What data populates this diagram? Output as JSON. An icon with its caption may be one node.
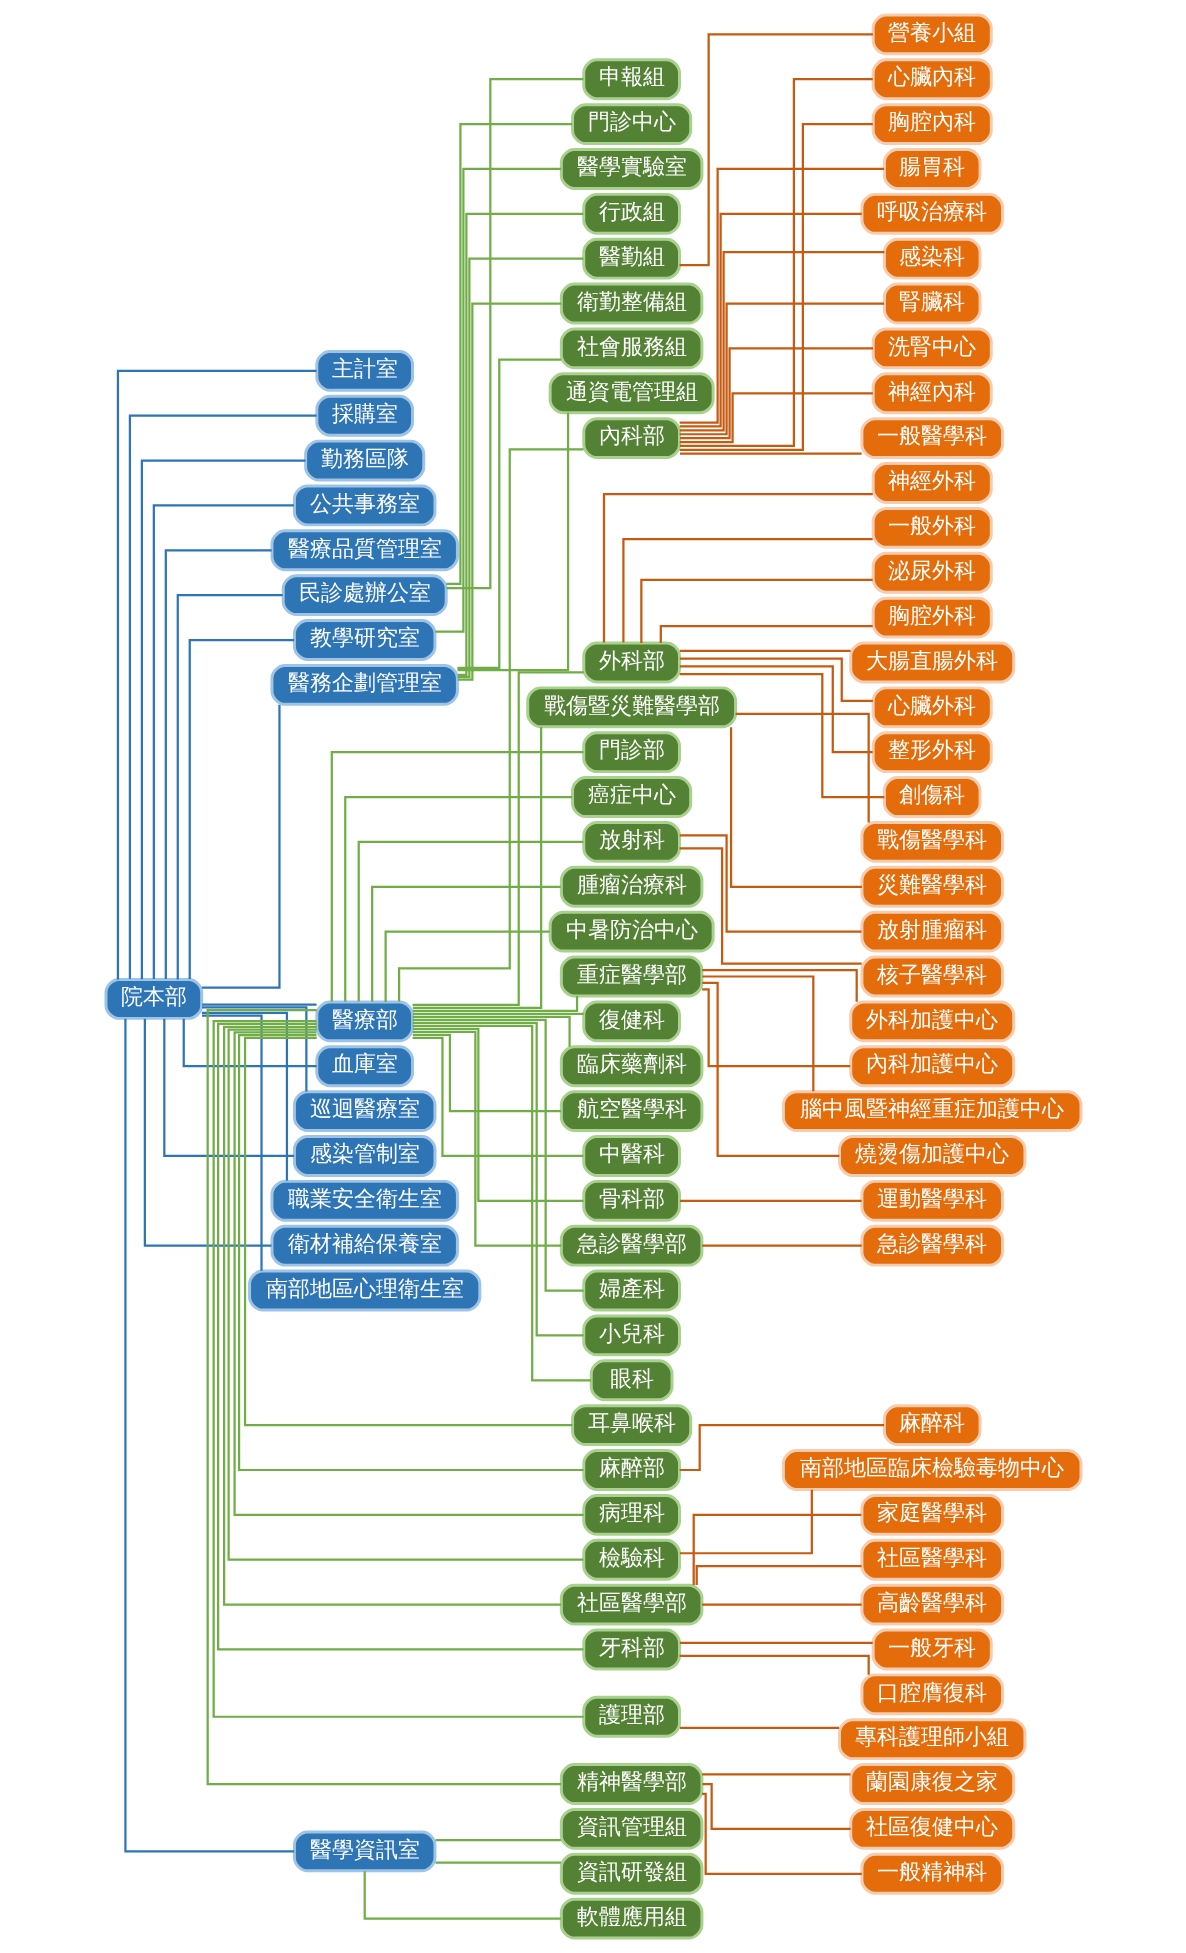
{
  "diagram": {
    "nodes": [
      {
        "text": [
          "院本部"
        ]
      },
      {
        "text": [
          "主計室"
        ]
      },
      {
        "text": [
          "採購室"
        ]
      },
      {
        "text": [
          "勤務區隊"
        ]
      },
      {
        "text": [
          "公共事務室"
        ]
      },
      {
        "text": [
          "醫療品質管理室"
        ]
      },
      {
        "text": [
          "民診處辦公室"
        ]
      },
      {
        "text": [
          "申報組"
        ]
      },
      {
        "text": [
          "門診中心"
        ]
      },
      {
        "text": [
          "教學研究室"
        ]
      },
      {
        "text": [
          "醫學實驗室"
        ]
      },
      {
        "text": [
          "醫務企劃管理室"
        ]
      },
      {
        "text": [
          "行政組"
        ]
      },
      {
        "text": [
          "醫勤組"
        ]
      },
      {
        "text": [
          "營養小組"
        ]
      },
      {
        "text": [
          "衛勤整備組"
        ]
      },
      {
        "text": [
          "社會服務組"
        ]
      },
      {
        "text": [
          "通資電管理組"
        ]
      },
      {
        "text": [
          "醫療部"
        ]
      },
      {
        "text": [
          "內科部"
        ]
      },
      {
        "text": [
          "心臟內科"
        ]
      },
      {
        "text": [
          "胸腔內科"
        ]
      },
      {
        "text": [
          "腸胃科"
        ]
      },
      {
        "text": [
          "呼吸治療科"
        ]
      },
      {
        "text": [
          "感染科"
        ]
      },
      {
        "text": [
          "腎臟科"
        ]
      },
      {
        "text": [
          "洗腎中心"
        ]
      },
      {
        "text": [
          "神經內科"
        ]
      },
      {
        "text": [
          "一般醫學科"
        ]
      },
      {
        "text": [
          "外科部"
        ]
      },
      {
        "text": [
          "神經外科"
        ]
      },
      {
        "text": [
          "一般外科"
        ]
      },
      {
        "text": [
          "泌尿外科"
        ]
      },
      {
        "text": [
          "胸腔外科"
        ]
      },
      {
        "text": [
          "大腸直腸外科"
        ]
      },
      {
        "text": [
          "心臟外科"
        ]
      },
      {
        "text": [
          "整形外科"
        ]
      },
      {
        "text": [
          "創傷科"
        ]
      },
      {
        "text": [
          "血庫室"
        ]
      },
      {
        "text": [
          "巡迴醫療室"
        ]
      },
      {
        "text": [
          "感染管制室"
        ]
      },
      {
        "text": [
          "職業安全衛生室"
        ]
      },
      {
        "text": [
          "衛材補給保養室"
        ]
      },
      {
        "text": [
          "南部地區心理衛生室"
        ]
      },
      {
        "text": [
          "醫學資訊室"
        ]
      },
      {
        "text": [
          "資訊管理組"
        ]
      },
      {
        "text": [
          "資訊研發組"
        ]
      },
      {
        "text": [
          "軟體應用組"
        ]
      },
      {
        "text": [
          "戰傷暨災難醫學部"
        ]
      },
      {
        "text": [
          "戰傷醫學科"
        ]
      },
      {
        "text": [
          "災難醫學科"
        ]
      },
      {
        "text": [
          "門診部"
        ]
      },
      {
        "text": [
          "癌症中心"
        ]
      },
      {
        "text": [
          "放射科"
        ]
      },
      {
        "text": [
          "放射腫瘤科"
        ]
      },
      {
        "text": [
          "核子醫學科"
        ]
      },
      {
        "text": [
          "腫瘤治療科"
        ]
      },
      {
        "text": [
          "中暑防治中心"
        ]
      },
      {
        "text": [
          "重症醫學部"
        ]
      },
      {
        "text": [
          "外科加護中心"
        ]
      },
      {
        "text": [
          "內科加護中心"
        ]
      },
      {
        "text": [
          "腦中風暨神經重症加護中心"
        ]
      },
      {
        "text": [
          "燒燙傷加護中心"
        ]
      },
      {
        "text": [
          "復健科"
        ]
      },
      {
        "text": [
          "臨床藥劑科"
        ]
      },
      {
        "text": [
          "航空醫學科"
        ]
      },
      {
        "text": [
          "中醫科"
        ]
      },
      {
        "text": [
          "骨科部"
        ]
      },
      {
        "text": [
          "運動醫學科"
        ]
      },
      {
        "text": [
          "急診醫學部"
        ]
      },
      {
        "text": [
          "急診醫學科"
        ]
      },
      {
        "text": [
          "婦產科"
        ]
      },
      {
        "text": [
          "小兒科"
        ]
      },
      {
        "text": [
          "眼科"
        ]
      },
      {
        "text": [
          "耳鼻喉科"
        ]
      },
      {
        "text": [
          "麻醉部"
        ]
      },
      {
        "text": [
          "麻醉科"
        ]
      },
      {
        "text": [
          "病理科"
        ]
      },
      {
        "text": [
          "檢驗科"
        ]
      },
      {
        "text": [
          "南部地區臨床檢驗毒物中心"
        ]
      },
      {
        "text": [
          "社區醫學部"
        ]
      },
      {
        "text": [
          "家庭醫學科"
        ]
      },
      {
        "text": [
          "社區醫學科"
        ]
      },
      {
        "text": [
          "高齡醫學科"
        ]
      },
      {
        "text": [
          "牙科部"
        ]
      },
      {
        "text": [
          "一般牙科"
        ]
      },
      {
        "text": [
          "口腔膺復科"
        ]
      },
      {
        "text": [
          "護理部"
        ]
      },
      {
        "text": [
          "專科護理師小組"
        ]
      },
      {
        "text": [
          "精神醫學部"
        ]
      },
      {
        "text": [
          "蘭園康復之家"
        ]
      },
      {
        "text": [
          "社區復健中心"
        ]
      },
      {
        "text": [
          "一般精神科"
        ]
      }
    ],
    "edges": [
      {
        "from": 0,
        "to": 1,
        "arrow": "none",
        "color": "#2e75b6"
      },
      {
        "from": 0,
        "to": 2,
        "arrow": "none",
        "color": "#2e75b6"
      },
      {
        "from": 0,
        "to": 3,
        "arrow": "none",
        "color": "#2e75b6"
      },
      {
        "from": 0,
        "to": 4,
        "arrow": "none",
        "color": "#2e75b6"
      },
      {
        "from": 0,
        "to": 5,
        "arrow": "none",
        "color": "#2e75b6"
      },
      {
        "from": 0,
        "to": 6,
        "arrow": "none",
        "color": "#2e75b6"
      },
      {
        "from": 6,
        "to": 7,
        "arrow": "none",
        "color": "#70ad47"
      },
      {
        "from": 6,
        "to": 8,
        "arrow": "none",
        "color": "#70ad47"
      },
      {
        "from": 0,
        "to": 9,
        "arrow": "none",
        "color": "#2e75b6"
      },
      {
        "from": 9,
        "to": 10,
        "arrow": "none",
        "color": "#70ad47"
      },
      {
        "from": 0,
        "to": 11,
        "arrow": "none",
        "color": "#2e75b6"
      },
      {
        "from": 11,
        "to": 12,
        "arrow": "none",
        "color": "#70ad47"
      },
      {
        "from": 11,
        "to": 13,
        "arrow": "none",
        "color": "#70ad47"
      },
      {
        "from": 13,
        "to": 14,
        "arrow": "none"
      },
      {
        "from": 11,
        "to": 15,
        "arrow": "none",
        "color": "#70ad47"
      },
      {
        "from": 11,
        "to": 16,
        "arrow": "none",
        "color": "#70ad47"
      },
      {
        "from": 11,
        "to": 17,
        "arrow": "none",
        "color": "#70ad47"
      },
      {
        "from": 0,
        "to": 18,
        "arrow": "none",
        "color": "#2e75b6"
      },
      {
        "from": 18,
        "to": 19,
        "arrow": "none",
        "color": "#70ad47"
      },
      {
        "from": 19,
        "to": 20,
        "arrow": "none"
      },
      {
        "from": 19,
        "to": 21,
        "arrow": "none"
      },
      {
        "from": 19,
        "to": 22,
        "arrow": "none"
      },
      {
        "from": 19,
        "to": 23,
        "arrow": "none"
      },
      {
        "from": 19,
        "to": 24,
        "arrow": "none"
      },
      {
        "from": 19,
        "to": 25,
        "arrow": "none"
      },
      {
        "from": 19,
        "to": 26,
        "arrow": "none"
      },
      {
        "from": 19,
        "to": 27,
        "arrow": "none"
      },
      {
        "from": 19,
        "to": 28,
        "arrow": "none"
      },
      {
        "from": 18,
        "to": 29,
        "arrow": "none",
        "color": "#70ad47"
      },
      {
        "from": 29,
        "to": 30,
        "arrow": "none"
      },
      {
        "from": 29,
        "to": 31,
        "arrow": "none"
      },
      {
        "from": 29,
        "to": 32,
        "arrow": "none"
      },
      {
        "from": 29,
        "to": 33,
        "arrow": "none"
      },
      {
        "from": 29,
        "to": 34,
        "arrow": "none"
      },
      {
        "from": 29,
        "to": 35,
        "arrow": "none"
      },
      {
        "from": 29,
        "to": 36,
        "arrow": "none"
      },
      {
        "from": 29,
        "to": 37,
        "arrow": "none"
      },
      {
        "from": 0,
        "to": 38,
        "arrow": "none",
        "color": "#2e75b6"
      },
      {
        "from": 0,
        "to": 39,
        "arrow": "none",
        "color": "#2e75b6"
      },
      {
        "from": 0,
        "to": 40,
        "arrow": "none",
        "color": "#2e75b6"
      },
      {
        "from": 0,
        "to": 41,
        "arrow": "none",
        "color": "#2e75b6"
      },
      {
        "from": 0,
        "to": 42,
        "arrow": "none",
        "color": "#2e75b6"
      },
      {
        "from": 0,
        "to": 43,
        "arrow": "none",
        "color": "#2e75b6"
      },
      {
        "from": 0,
        "to": 44,
        "arrow": "none",
        "color": "#2e75b6"
      },
      {
        "from": 44,
        "to": 45,
        "arrow": "none",
        "color": "#70ad47"
      },
      {
        "from": 44,
        "to": 46,
        "arrow": "none",
        "color": "#70ad47"
      },
      {
        "from": 44,
        "to": 47,
        "arrow": "none",
        "color": "#70ad47"
      },
      {
        "from": 18,
        "to": 48,
        "arrow": "none",
        "color": "#70ad47"
      },
      {
        "from": 48,
        "to": 49,
        "arrow": "none"
      },
      {
        "from": 48,
        "to": 50,
        "arrow": "none"
      },
      {
        "from": 18,
        "to": 51,
        "arrow": "none",
        "color": "#70ad47"
      },
      {
        "from": 18,
        "to": 52,
        "arrow": "none",
        "color": "#70ad47"
      },
      {
        "from": 18,
        "to": 53,
        "arrow": "none",
        "color": "#70ad47"
      },
      {
        "from": 53,
        "to": 54,
        "arrow": "none"
      },
      {
        "from": 53,
        "to": 55,
        "arrow": "none"
      },
      {
        "from": 18,
        "to": 56,
        "arrow": "none",
        "color": "#70ad47"
      },
      {
        "from": 18,
        "to": 57,
        "arrow": "none",
        "color": "#70ad47"
      },
      {
        "from": 18,
        "to": 58,
        "arrow": "none",
        "color": "#70ad47"
      },
      {
        "from": 58,
        "to": 59,
        "arrow": "none"
      },
      {
        "from": 58,
        "to": 60,
        "arrow": "none"
      },
      {
        "from": 58,
        "to": 61,
        "arrow": "none"
      },
      {
        "from": 58,
        "to": 62,
        "arrow": "none"
      },
      {
        "from": 18,
        "to": 63,
        "arrow": "none",
        "color": "#70ad47"
      },
      {
        "from": 18,
        "to": 64,
        "arrow": "none",
        "color": "#70ad47"
      },
      {
        "from": 18,
        "to": 65,
        "arrow": "none",
        "color": "#70ad47"
      },
      {
        "from": 18,
        "to": 66,
        "arrow": "none",
        "color": "#70ad47"
      },
      {
        "from": 18,
        "to": 67,
        "arrow": "none",
        "color": "#70ad47"
      },
      {
        "from": 67,
        "to": 68,
        "arrow": "none"
      },
      {
        "from": 18,
        "to": 69,
        "arrow": "none",
        "color": "#70ad47"
      },
      {
        "from": 69,
        "to": 70,
        "arrow": "none"
      },
      {
        "from": 18,
        "to": 71,
        "arrow": "none",
        "color": "#70ad47"
      },
      {
        "from": 18,
        "to": 72,
        "arrow": "none",
        "color": "#70ad47"
      },
      {
        "from": 18,
        "to": 73,
        "arrow": "none",
        "color": "#70ad47"
      },
      {
        "from": 18,
        "to": 74,
        "arrow": "none",
        "color": "#70ad47"
      },
      {
        "from": 18,
        "to": 75,
        "arrow": "none",
        "color": "#70ad47"
      },
      {
        "from": 75,
        "to": 76,
        "arrow": "none"
      },
      {
        "from": 18,
        "to": 77,
        "arrow": "none",
        "color": "#70ad47"
      },
      {
        "from": 18,
        "to": 78,
        "arrow": "none",
        "color": "#70ad47"
      },
      {
        "from": 78,
        "to": 79,
        "arrow": "none"
      },
      {
        "from": 18,
        "to": 80,
        "arrow": "none",
        "color": "#70ad47"
      },
      {
        "from": 80,
        "to": 81,
        "arrow": "none"
      },
      {
        "from": 80,
        "to": 82,
        "arrow": "none"
      },
      {
        "from": 80,
        "to": 83,
        "arrow": "none"
      },
      {
        "from": 18,
        "to": 84,
        "arrow": "none",
        "color": "#70ad47"
      },
      {
        "from": 84,
        "to": 85,
        "arrow": "none"
      },
      {
        "from": 84,
        "to": 86,
        "arrow": "none"
      },
      {
        "from": 18,
        "to": 87,
        "arrow": "none",
        "color": "#70ad47"
      },
      {
        "from": 87,
        "to": 88,
        "arrow": "none"
      },
      {
        "from": 18,
        "to": 89,
        "arrow": "none",
        "color": "#70ad47"
      },
      {
        "from": 89,
        "to": 90,
        "arrow": "none"
      },
      {
        "from": 89,
        "to": 91,
        "arrow": "none"
      },
      {
        "from": 89,
        "to": 92,
        "arrow": "none"
      }
    ]
  }
}
